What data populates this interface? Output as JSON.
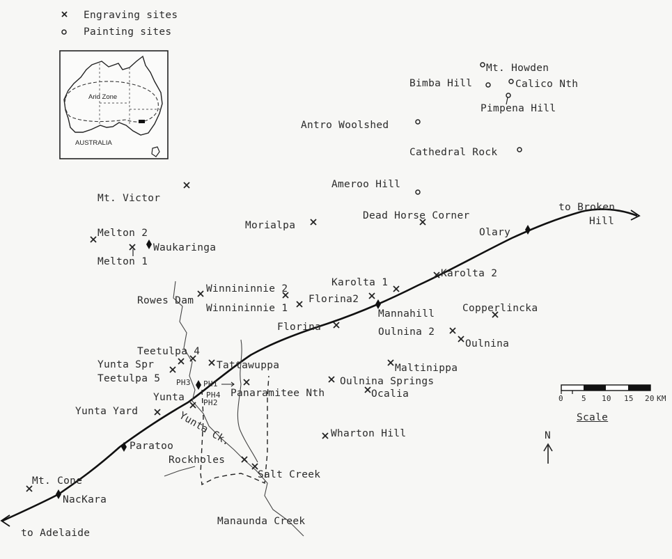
{
  "legend": {
    "engraving": "Engraving sites",
    "painting": "Painting sites"
  },
  "inset": {
    "arid": "Arid Zone",
    "country": "AUSTRALIA"
  },
  "sites": {
    "mt_howden": "Mt. Howden",
    "bimba_hill": "Bimba Hill",
    "calico_nth": "Calico Nth",
    "pimpena_hill": "Pimpena Hill",
    "antro_woolshed": "Antro Woolshed",
    "cathedral_rock": "Cathedral Rock",
    "ameroo_hill": "Ameroo Hill",
    "mt_victor": "Mt. Victor",
    "dead_horse_corner": "Dead Horse Corner",
    "morialpa": "Morialpa",
    "melton_2": "Melton 2",
    "waukaringa": "Waukaringa",
    "melton_1": "Melton 1",
    "olary": "Olary",
    "karolta_2": "Karolta 2",
    "karolta_1": "Karolta 1",
    "winnininnie_2": "Winnininnie 2",
    "rowes_dam": "Rowes Dam",
    "winnininnie_1": "Winnininnie 1",
    "florina_2": "Florina2",
    "mannahill": "Mannahill",
    "copperlincka": "Copperlincka",
    "florina": "Florina",
    "oulnina_2": "Oulnina 2",
    "oulnina": "Oulnina",
    "teetulpa_4": "Teetulpa 4",
    "yunta_spr": "Yunta Spr",
    "tattawuppa": "Tattawuppa",
    "maltinippa": "Maltinippa",
    "teetulpa_5": "Teetulpa 5",
    "oulnina_springs": "Oulnina Springs",
    "ph1": "PH1",
    "ph2": "PH2",
    "ph3": "PH3",
    "ph4": "PH4",
    "yunta": "Yunta",
    "panaramitee_nth": "Panaramitee Nth",
    "ocalia": "Ocalia",
    "yunta_yard": "Yunta Yard",
    "yunta_ck": "Yunta Ck.",
    "paratoo": "Paratoo",
    "wharton_hill": "Wharton Hill",
    "rockholes": "Rockholes",
    "salt_creek": "Salt Creek",
    "mt_cone": "Mt. Cone",
    "nackara": "NacKara",
    "manaunda_creek": "Manaunda Creek"
  },
  "directions": {
    "broken_hill": "to Broken Hill",
    "adelaide": "to Adelaide"
  },
  "scale": {
    "ticks": [
      "0",
      "5",
      "10",
      "15",
      "20"
    ],
    "unit": "KM",
    "label": "Scale",
    "north": "N"
  }
}
